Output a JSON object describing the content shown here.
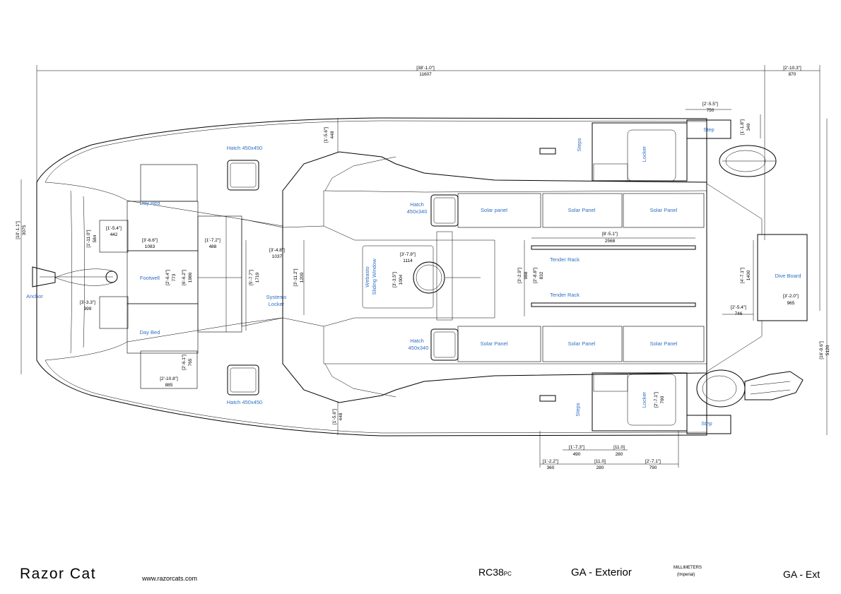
{
  "title_block": {
    "brand": "Razor Cat",
    "website": "www.razorcats.com",
    "model": "RC38",
    "model_suffix": "PC",
    "sheet_title": "GA - Exterior",
    "units": "MILLIMETERS",
    "units_sub": "(Imperial)",
    "sheet_code": "GA - Ext"
  },
  "labels": {
    "hatch_top": "Hatch 450x450",
    "hatch_bottom": "Hatch 450x450",
    "day_bed_top": "Day Bed",
    "day_bed_bottom": "Day Bed",
    "footwell": "Footwell",
    "anchor": "Anchor",
    "systems_locker": [
      "Systems",
      "Locker"
    ],
    "webasto": [
      "Webasto",
      "Sliding Window"
    ],
    "hatch_450x340_top": [
      "Hatch",
      "450x340"
    ],
    "hatch_450x340_bottom": [
      "Hatch",
      "450x340"
    ],
    "solar_top": [
      "Solar panel",
      "Solar Panel",
      "Solar Panel"
    ],
    "solar_bottom": [
      "Solar Panel",
      "Solar Panel",
      "Solar Panel"
    ],
    "tender_rack_1": "Tender Rack",
    "tender_rack_2": "Tender Rack",
    "dive_board": "Dive Board",
    "steps_top": "Steps",
    "steps_bottom": "Steps",
    "locker_top": "Locker",
    "locker_bottom": "Locker",
    "step_top": "Step",
    "step_bottom": "Step"
  },
  "dimensions": {
    "overall_length": [
      "[38'-1.0\"]",
      "11607"
    ],
    "outboard_overhang": [
      "[2'-10.3\"]",
      "870"
    ],
    "step_width": [
      "[2'-5.5\"]",
      "750"
    ],
    "step_depth": [
      "[1'-1.8\"]",
      "349"
    ],
    "deck_448_top": [
      "[1'-5.6\"]",
      "448"
    ],
    "deck_448_bottom": [
      "[1'-5.6\"]",
      "448"
    ],
    "bow_width": [
      "[10'-1.1\"]",
      "3075"
    ],
    "overall_beam": [
      "[16'-9.6\"]",
      "5120"
    ],
    "dim_442": [
      "[1'-5.4\"]",
      "442"
    ],
    "dim_584": [
      "[1'-11.0\"]",
      "584"
    ],
    "dim_1083": [
      "[3'-6.6\"]",
      "1083"
    ],
    "dim_488": [
      "[1'-7.2\"]",
      "488"
    ],
    "dim_773": [
      "[2'-6.4\"]",
      "773"
    ],
    "dim_1986": [
      "[6'-6.2\"]",
      "1986"
    ],
    "dim_999": [
      "[3'-3.3\"]",
      "999"
    ],
    "dim_765": [
      "[2'-6.1\"]",
      "765"
    ],
    "dim_885": [
      "[2'-10.8\"]",
      "885"
    ],
    "dim_1037": [
      "[3'-4.8\"]",
      "1037"
    ],
    "dim_1719": [
      "[5'-7.7\"]",
      "1719"
    ],
    "dim_1200": [
      "[3'-11.2\"]",
      "1200"
    ],
    "dim_1114": [
      "[3'-7.9\"]",
      "1114"
    ],
    "dim_1004": [
      "[3'-3.5\"]",
      "1004"
    ],
    "dim_2568": [
      "[8'-5.1\"]",
      "2568"
    ],
    "dim_988": [
      "[3'-2.9\"]",
      "988"
    ],
    "dim_832": [
      "[2'-8.8\"]",
      "832"
    ],
    "dim_1400": [
      "[4'-7.1\"]",
      "1400"
    ],
    "dim_965": [
      "[3'-2.0\"]",
      "965"
    ],
    "dim_746": [
      "[2'-5.4\"]",
      "746"
    ],
    "dim_790_v": [
      "[2'-7.1\"]",
      "790"
    ],
    "dim_360": [
      "[1'-2.2\"]",
      "360"
    ],
    "dim_490": [
      "[1'-7.3\"]",
      "490"
    ],
    "dim_280a": [
      "[11.0]",
      "280"
    ],
    "dim_280b": [
      "[11.0]",
      "280"
    ],
    "dim_790_h": [
      "[2'-7.1\"]",
      "790"
    ]
  }
}
